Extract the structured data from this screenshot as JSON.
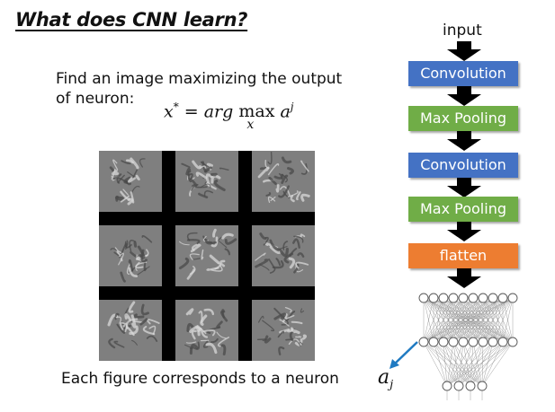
{
  "title": "What does CNN learn?",
  "description_line1": "Find an image maximizing the output",
  "description_line2": "of neuron:",
  "formula": {
    "lhs": "x",
    "lhs_sup": "*",
    "equals": "=",
    "argmax_prefix": "arg",
    "max_word": "max",
    "max_subscript": "x",
    "term": "a",
    "term_sup": "j"
  },
  "image_grid": {
    "rows": 3,
    "cols": 3,
    "description": "neuron visualization images"
  },
  "caption": "Each figure corresponds to a neuron",
  "network": {
    "input_label": "input",
    "layers": [
      {
        "label": "Convolution",
        "color": "#4472c4"
      },
      {
        "label": "Max Pooling",
        "color": "#70ad47"
      },
      {
        "label": "Convolution",
        "color": "#4472c4"
      },
      {
        "label": "Max Pooling",
        "color": "#70ad47"
      },
      {
        "label": "flatten",
        "color": "#ed7d31"
      }
    ],
    "output_label": "a",
    "output_label_sub": "j",
    "pointer_color": "#1f7ac2"
  }
}
